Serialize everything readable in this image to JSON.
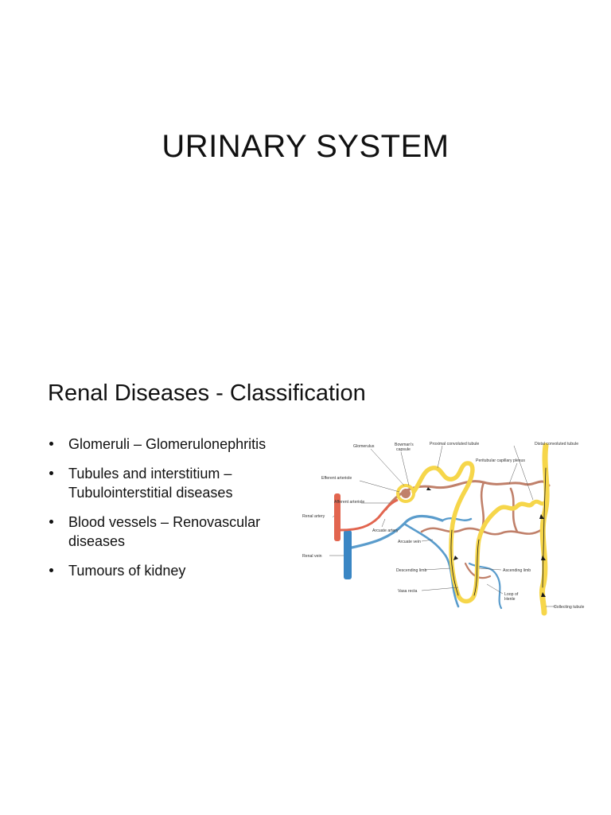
{
  "slide": {
    "title": "URINARY SYSTEM",
    "section_heading": "Renal Diseases - Classification",
    "bullets": [
      {
        "line1": "Glomeruli – Glomerulonephritis",
        "line2": ""
      },
      {
        "line1": "Tubules and interstitium –",
        "line2": "Tubulointerstitial diseases"
      },
      {
        "line1": "Blood vessels – Renovascular",
        "line2": "diseases"
      },
      {
        "line1": "Tumours of kidney",
        "line2": ""
      }
    ]
  },
  "figure": {
    "labels": {
      "glomerulus": "Glomerulus",
      "bowmans_capsule_1": "Bowman's",
      "bowmans_capsule_2": "capsule",
      "proximal_tubule": "Proximal convoluted tubule",
      "distal_tubule": "Distal convoluted tubule",
      "peritubular": "Peritubular capillary plexus",
      "efferent": "Efferent arteriole",
      "afferent": "Afferent arteriole",
      "renal_artery": "Renal artery",
      "arcuate_artery": "Arcuate artery",
      "renal_vein": "Renal vein",
      "arcuate_vein": "Arcuate vein",
      "descending_limb": "Descending limb",
      "ascending_limb": "Ascending limb",
      "vasa_recta": "Vasa recta",
      "loop_1": "Loop of",
      "loop_2": "Henle",
      "collecting_tubule": "Collecting tubule"
    },
    "colors": {
      "artery": "#e2654f",
      "vein": "#3a86c4",
      "tubule": "#f6d64a",
      "capillary": "#c0806a",
      "capillary_blue": "#5a9ccc"
    }
  }
}
